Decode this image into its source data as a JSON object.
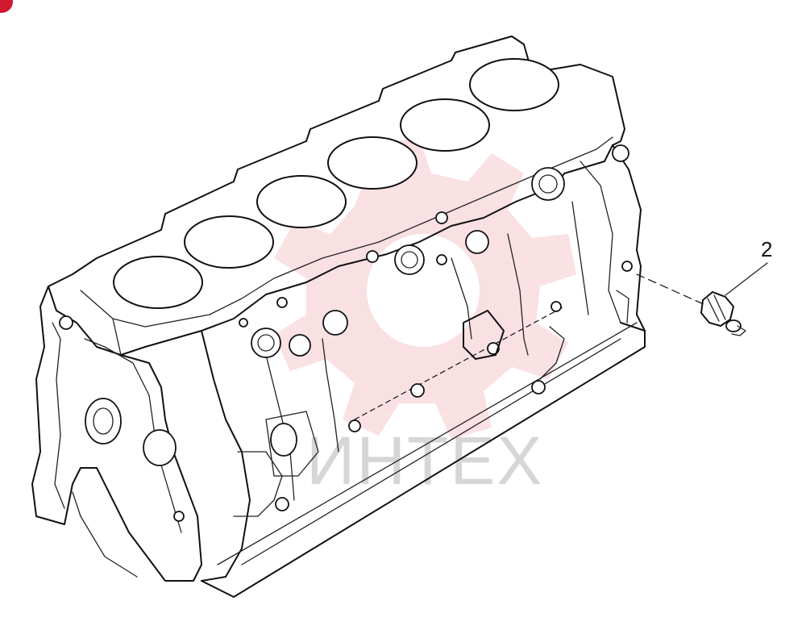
{
  "diagram": {
    "callouts": [
      {
        "id": "part-2",
        "label": "2"
      }
    ],
    "watermark": {
      "text": "ИНТЕХ",
      "color": "#e8787e",
      "text_color": "#b5b5b5"
    },
    "corner_badge_color": "#d0192e",
    "line_color": "#111111"
  }
}
